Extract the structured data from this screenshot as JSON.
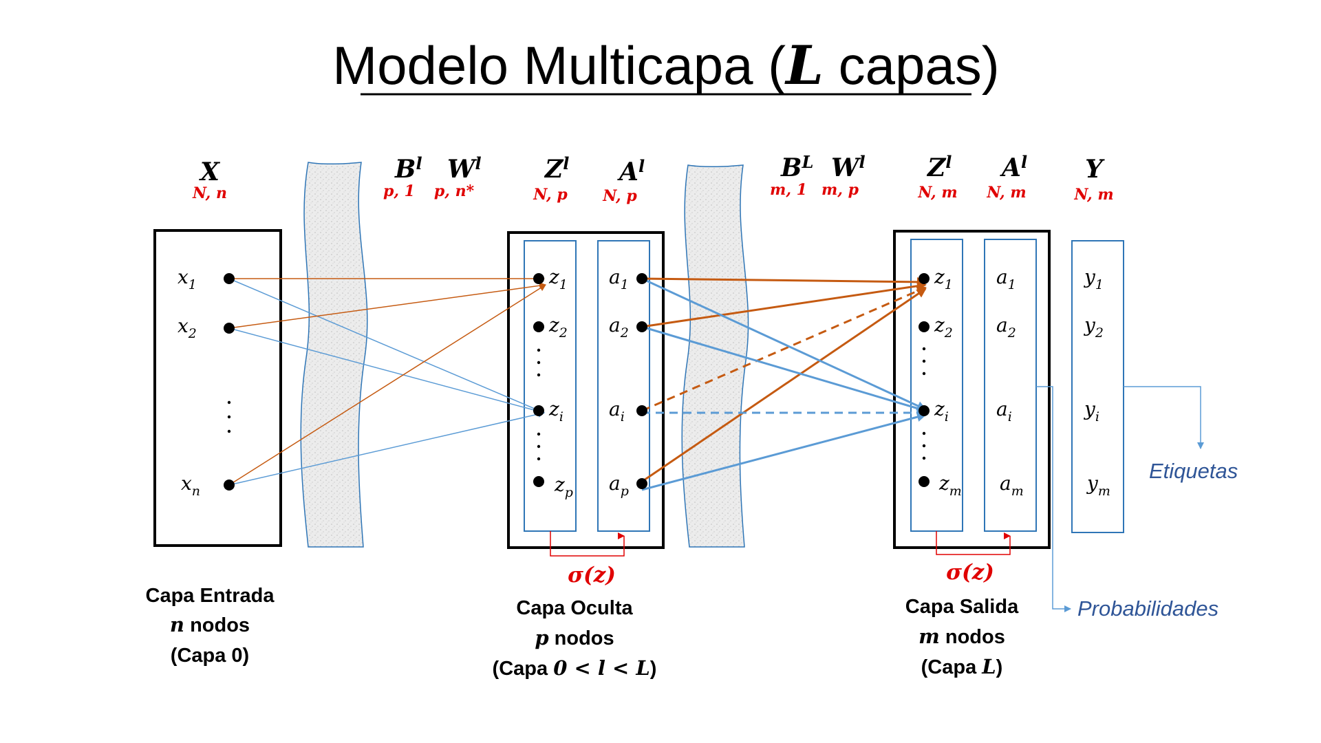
{
  "title": "Modelo Multicapa (L capas)",
  "title_main": "Modelo Multicapa (",
  "title_L": "L",
  "title_end": " capas)",
  "headers": {
    "X": "X",
    "X_dim": "N, n",
    "B1": "B",
    "B1_sup": "l",
    "B1_dim": "p, 1",
    "W1": "W",
    "W1_sup": "l",
    "W1_dim": "p, n*",
    "Z1": "Z",
    "Z1_sup": "l",
    "Z1_dim": "N, p",
    "A1": "A",
    "A1_sup": "l",
    "A1_dim": "N, p",
    "B2": "B",
    "B2_sup": "L",
    "B2_dim": "m, 1",
    "W2": "W",
    "W2_sup": "l",
    "W2_dim": "m, p",
    "Z2": "Z",
    "Z2_sup": "l",
    "Z2_dim": "N, m",
    "A2": "A",
    "A2_sup": "l",
    "A2_dim": "N, m",
    "Y": "Y",
    "Y_dim": "N, m"
  },
  "input_nodes": [
    {
      "base": "x",
      "sub": "1"
    },
    {
      "base": "x",
      "sub": "2"
    },
    {
      "base": "x",
      "sub": "n"
    }
  ],
  "hidden_z": [
    {
      "base": "z",
      "sub": "1"
    },
    {
      "base": "z",
      "sub": "2"
    },
    {
      "base": "z",
      "sub": "i"
    },
    {
      "base": "z",
      "sub": "p"
    }
  ],
  "hidden_a": [
    {
      "base": "a",
      "sub": "1"
    },
    {
      "base": "a",
      "sub": "2"
    },
    {
      "base": "a",
      "sub": "i"
    },
    {
      "base": "a",
      "sub": "p"
    }
  ],
  "output_z": [
    {
      "base": "z",
      "sub": "1"
    },
    {
      "base": "z",
      "sub": "2"
    },
    {
      "base": "z",
      "sub": "i"
    },
    {
      "base": "z",
      "sub": "m"
    }
  ],
  "output_a": [
    {
      "base": "a",
      "sub": "1"
    },
    {
      "base": "a",
      "sub": "2"
    },
    {
      "base": "a",
      "sub": "i"
    },
    {
      "base": "a",
      "sub": "m"
    }
  ],
  "labels_y": [
    {
      "base": "y",
      "sub": "1"
    },
    {
      "base": "y",
      "sub": "2"
    },
    {
      "base": "y",
      "sub": "i"
    },
    {
      "base": "y",
      "sub": "m"
    }
  ],
  "sigma": "σ(z)",
  "input_caption": {
    "line1": "Capa Entrada",
    "line2_sym": "n",
    "line2": " nodos",
    "line3": "(Capa 0)"
  },
  "hidden_caption": {
    "line1": "Capa Oculta",
    "line2_sym": "p",
    "line2": " nodos",
    "line3_a": "(Capa ",
    "line3_b": "0 < l < L",
    "line3_c": ")"
  },
  "output_caption": {
    "line1": "Capa Salida",
    "line2_sym": "m",
    "line2": " nodos",
    "line3_a": "(Capa ",
    "line3_b": "L",
    "line3_c": ")"
  },
  "etiquetas": "Etiquetas",
  "probabilidades": "Probabilidades",
  "colors": {
    "orange": "#c55a11",
    "blue": "#5b9bd5",
    "red": "#e00000",
    "text_blue": "#2f5597"
  }
}
